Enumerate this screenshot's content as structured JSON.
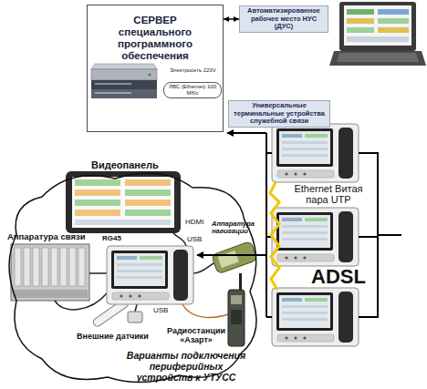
{
  "diagram": {
    "nodes": [
      {
        "text": [
          "СЕРВЕР специального программного обеспечения"
        ]
      },
      {
        "text": [
          "ЛВС (Ethernet) 100 Мб/с"
        ],
        "in": 0
      },
      {
        "text": [
          "Автоматизированное рабочее место НУС (ДУС)"
        ]
      },
      {
        "text": [
          "Универсальные терминальные устройства служебной связи"
        ]
      },
      {
        "text": [
          "Варианты подключения периферийных устройств к УТУСС"
        ]
      }
    ],
    "edges": [
      {
        "from": 0,
        "to": 2,
        "arrow": "both"
      }
    ],
    "labels": [
      "Электросеть 220V",
      "Видеопанель",
      "Ethernet Витая пара UTP",
      "HDMI",
      "Аппаратура навигации",
      "Аппаратура связи",
      "RG45",
      "USB",
      "ADSL",
      "USB",
      "Внешние датчики",
      "Радиостанции «Азарт»"
    ]
  }
}
